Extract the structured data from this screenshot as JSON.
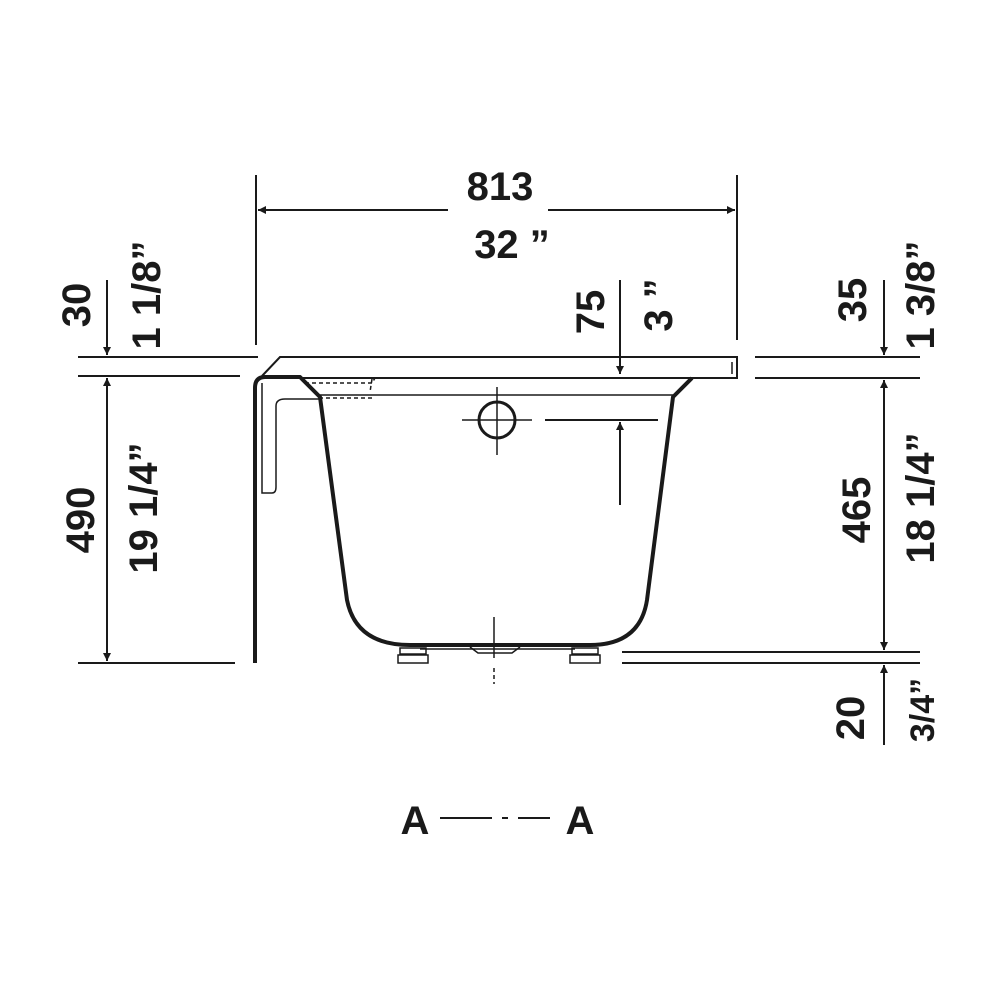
{
  "drawing": {
    "width": {
      "mm": "813",
      "inch": "32 ”"
    },
    "left_rim": {
      "mm": "30",
      "inch": "1 1/8”"
    },
    "left_height": {
      "mm": "490",
      "inch": "19 1/4”"
    },
    "overflow": {
      "mm": "75",
      "inch": "3 ”"
    },
    "right_rim": {
      "mm": "35",
      "inch": "1 3/8”"
    },
    "right_height": {
      "mm": "465",
      "inch": "18 1/4”"
    },
    "feet": {
      "mm": "20",
      "inch": "3/4”"
    },
    "section": {
      "left": "A",
      "right": "A"
    }
  }
}
